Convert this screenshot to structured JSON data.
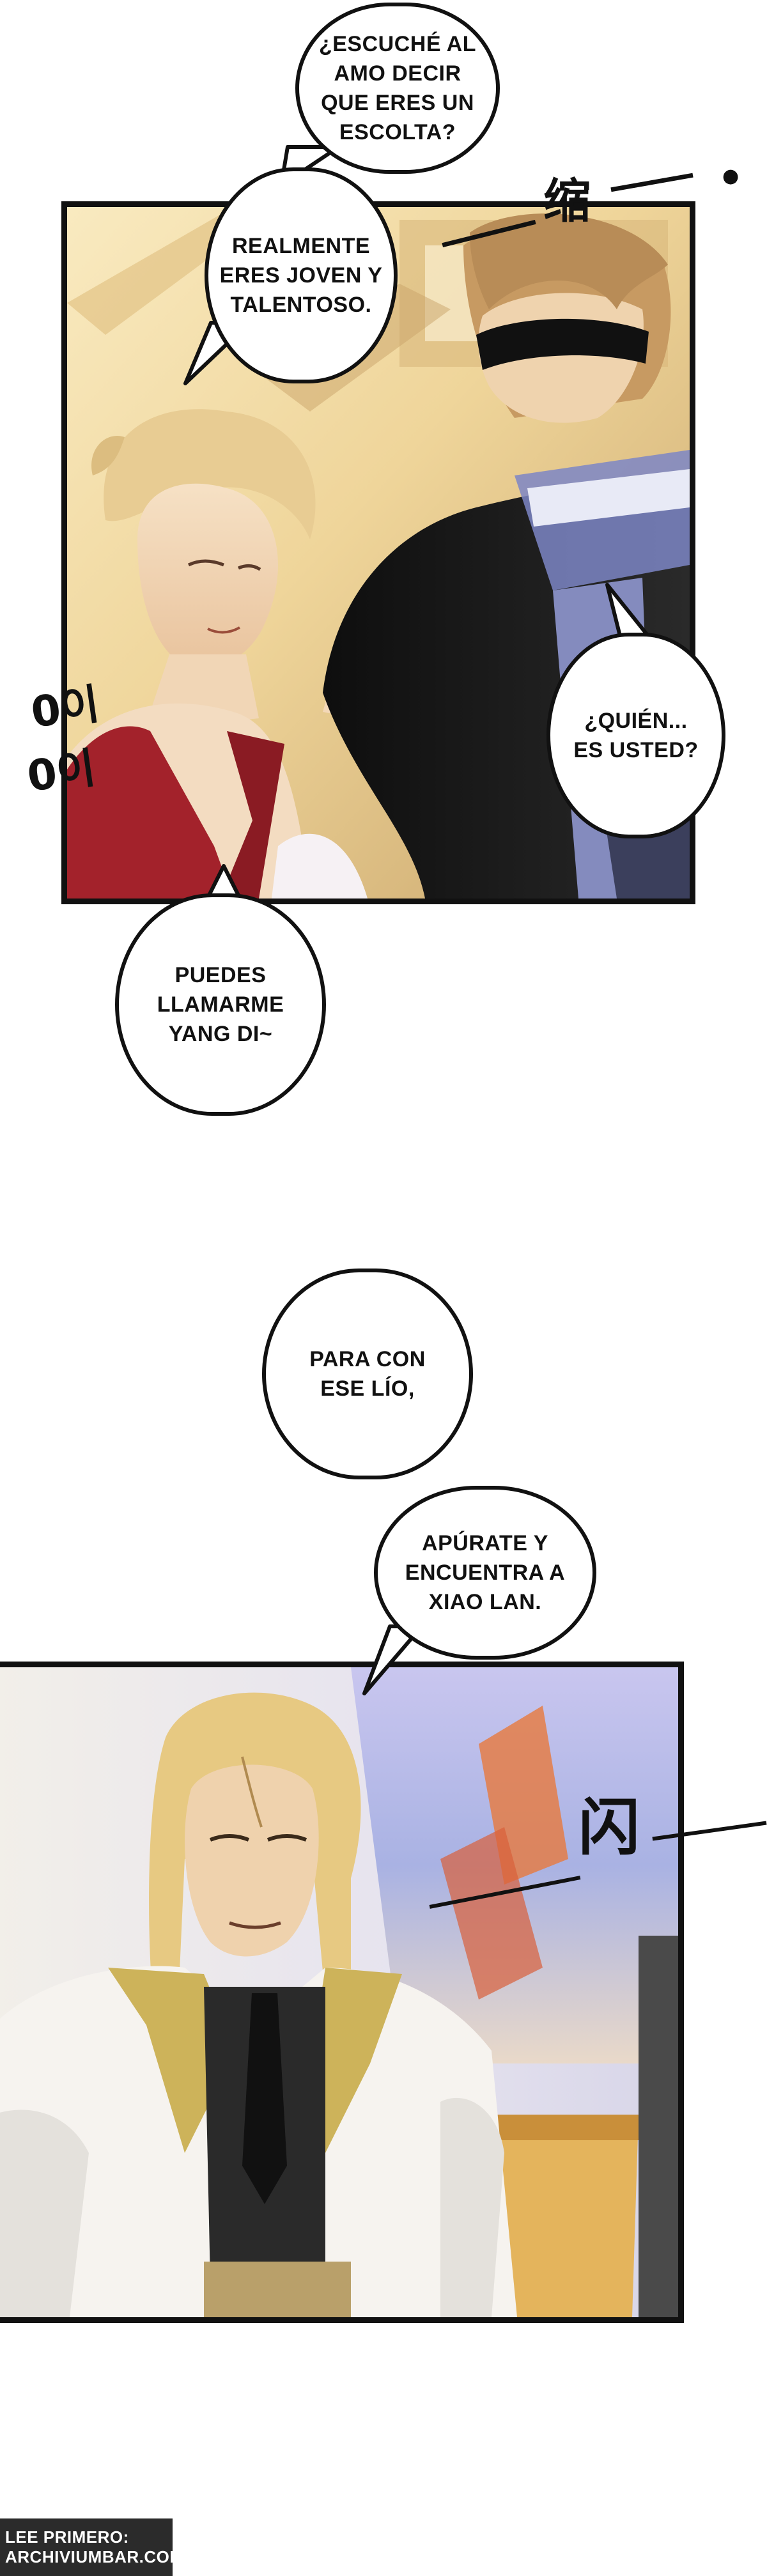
{
  "bubbles": [
    "¿ESCUCHÉ AL\nAMO DECIR\nQUE ERES UN\nESCOLTA?",
    "REALMENTE\nERES JOVEN Y\nTALENTOSO.",
    "¿QUIÉN...\nES USTED?",
    "PUEDES\nLLAMARME\nYANG DI~",
    "PARA CON\nESE LÍO,",
    "APÚRATE Y\nENCUENTRA A\nXIAO LAN."
  ],
  "sfx": {
    "swoosh_top": "缩",
    "oi_left_1": "이",
    "oi_left_2": "이",
    "flash_bottom": "闪"
  },
  "watermark": {
    "line1": "LEE PRIMERO:",
    "line2": "ARCHIVIUMBAR.COM"
  },
  "colors": {
    "ink": "#111111",
    "panel1_light": "#f7e4b3",
    "panel1_shadow": "#3a2a1a",
    "hair_blonde": "#e9cf98",
    "dress_red": "#a3222b",
    "coat_black": "#151515",
    "panel2_light": "#e9e6f2",
    "coat_white": "#f5f2ee",
    "collar_gold": "#cdb35a"
  }
}
